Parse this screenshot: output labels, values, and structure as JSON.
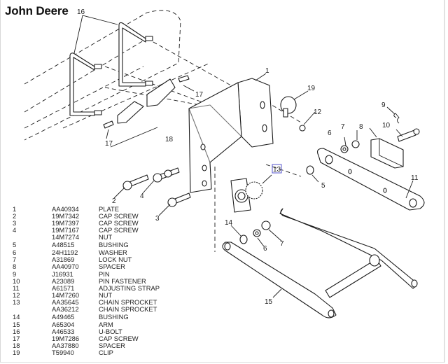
{
  "header": {
    "brand": "John Deere"
  },
  "diagram": {
    "callouts": [
      {
        "id": "16",
        "label": "16"
      },
      {
        "id": "1",
        "label": "1"
      },
      {
        "id": "19",
        "label": "19"
      },
      {
        "id": "12",
        "label": "12"
      },
      {
        "id": "9",
        "label": "9"
      },
      {
        "id": "17a",
        "label": "17"
      },
      {
        "id": "17b",
        "label": "17"
      },
      {
        "id": "18",
        "label": "18"
      },
      {
        "id": "10",
        "label": "10"
      },
      {
        "id": "6a",
        "label": "6"
      },
      {
        "id": "7a",
        "label": "7"
      },
      {
        "id": "8",
        "label": "8"
      },
      {
        "id": "13",
        "label": "13"
      },
      {
        "id": "5",
        "label": "5"
      },
      {
        "id": "11",
        "label": "11"
      },
      {
        "id": "2",
        "label": "2"
      },
      {
        "id": "4",
        "label": "4"
      },
      {
        "id": "3",
        "label": "3"
      },
      {
        "id": "14",
        "label": "14"
      },
      {
        "id": "6b",
        "label": "6"
      },
      {
        "id": "7b",
        "label": "7"
      },
      {
        "id": "15",
        "label": "15"
      }
    ],
    "highlighted_callout": "13"
  },
  "parts_list": [
    {
      "num": "1",
      "part": "AA40934",
      "desc": "PLATE"
    },
    {
      "num": "2",
      "part": "19M7342",
      "desc": "CAP SCREW"
    },
    {
      "num": "3",
      "part": "19M7397",
      "desc": "CAP SCREW"
    },
    {
      "num": "4",
      "part": "19M7167",
      "desc": "CAP SCREW"
    },
    {
      "num": "",
      "part": "14M7274",
      "desc": "NUT"
    },
    {
      "num": "5",
      "part": "A48515",
      "desc": "BUSHING"
    },
    {
      "num": "6",
      "part": "24H1192",
      "desc": "WASHER"
    },
    {
      "num": "7",
      "part": "A31869",
      "desc": "LOCK NUT"
    },
    {
      "num": "8",
      "part": "AA40970",
      "desc": "SPACER"
    },
    {
      "num": "9",
      "part": "J16931",
      "desc": "PIN"
    },
    {
      "num": "10",
      "part": "A23089",
      "desc": "PIN FASTENER"
    },
    {
      "num": "11",
      "part": "A61571",
      "desc": "ADJUSTING STRAP"
    },
    {
      "num": "12",
      "part": "14M7260",
      "desc": "NUT"
    },
    {
      "num": "13",
      "part": "AA35645",
      "desc": "CHAIN SPROCKET"
    },
    {
      "num": "",
      "part": "AA36212",
      "desc": "CHAIN SPROCKET"
    },
    {
      "num": "14",
      "part": "A49465",
      "desc": "BUSHING"
    },
    {
      "num": "15",
      "part": "A65304",
      "desc": "ARM"
    },
    {
      "num": "16",
      "part": "A46533",
      "desc": "U-BOLT"
    },
    {
      "num": "17",
      "part": "19M7286",
      "desc": "CAP SCREW"
    },
    {
      "num": "18",
      "part": "AA37880",
      "desc": "SPACER"
    },
    {
      "num": "19",
      "part": "T59940",
      "desc": "CLIP"
    }
  ]
}
